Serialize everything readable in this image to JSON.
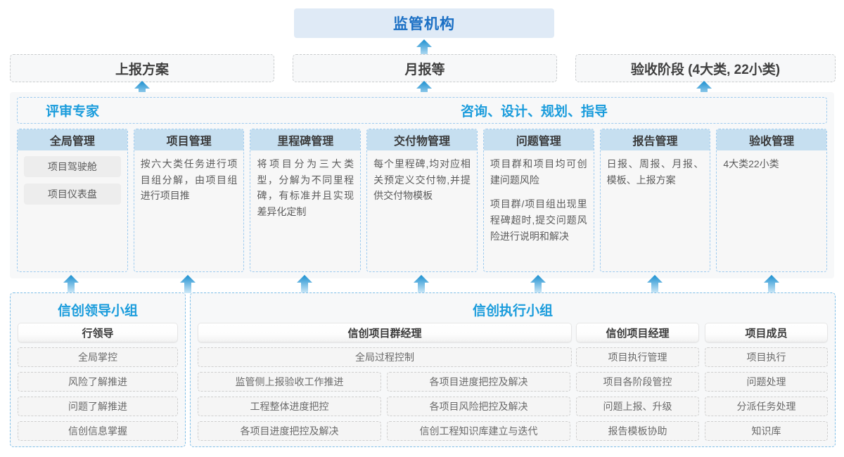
{
  "top": {
    "supervisor": "监管机构",
    "channels": [
      {
        "label": "上报方案"
      },
      {
        "label": "月报等"
      },
      {
        "label": "验收阶段 (4大类, 22小类)"
      }
    ]
  },
  "middle": {
    "header_left": "评审专家",
    "header_right": "咨询、设计、规划、指导",
    "cards": [
      {
        "title": "全局管理",
        "pills": [
          "项目驾驶舱",
          "项目仪表盘"
        ],
        "paragraphs": []
      },
      {
        "title": "项目管理",
        "pills": [],
        "paragraphs": [
          "按六大类任务进行项目组分解，由项目组进行项目推"
        ]
      },
      {
        "title": "里程碑管理",
        "pills": [],
        "paragraphs": [
          "将项目分为三大类型，分解为不同里程碑，有标准并且实现差异化定制"
        ]
      },
      {
        "title": "交付物管理",
        "pills": [],
        "paragraphs": [
          "每个里程碑,均对应相关预定义交付物,并提供交付物模板"
        ]
      },
      {
        "title": "问题管理",
        "pills": [],
        "paragraphs": [
          "项目群和项目均可创建问题风险",
          "项目群/项目组出现里程碑超时,提交问题风险进行说明和解决"
        ]
      },
      {
        "title": "报告管理",
        "pills": [],
        "paragraphs": [
          "日报、周报、月报、模板、上报方案"
        ]
      },
      {
        "title": "验收管理",
        "pills": [],
        "paragraphs": [
          "4大类22小类"
        ]
      }
    ]
  },
  "bottom": {
    "leading_group": {
      "title": "信创领导小组",
      "role": "行领导",
      "items": [
        "全局掌控",
        "风险了解推进",
        "问题了解推进",
        "信创信息掌握"
      ]
    },
    "execution_group": {
      "title": "信创执行小组",
      "program_manager": {
        "role": "信创项目群经理",
        "full_width_item": "全局过程控制",
        "left_items": [
          "监管侧上报验收工作推进",
          "工程整体进度把控",
          "各项目进度把控及解决"
        ],
        "right_items": [
          "各项目进度把控及解决",
          "各项目风险把控及解决",
          "信创工程知识库建立与迭代"
        ]
      },
      "project_manager": {
        "role": "信创项目经理",
        "items": [
          "项目执行管理",
          "项目各阶段管控",
          "问题上报、升级",
          "报告模板协助"
        ]
      },
      "project_member": {
        "role": "项目成员",
        "items": [
          "项目执行",
          "问题处理",
          "分派任务处理",
          "知识库"
        ]
      }
    }
  },
  "arrows": {
    "icon": "arrow-up-icon",
    "color_top": "#1a8fd0",
    "color_bottom": "#bfe2f5"
  },
  "colors": {
    "brand_blue": "#1a9cdc",
    "header_blue": "#1a6fc4",
    "card_title_bg": "#c6dff0",
    "panel_bg": "#f7f8f9",
    "dashed_blue": "#9ecbef",
    "dashed_gray": "#c9ccce"
  }
}
